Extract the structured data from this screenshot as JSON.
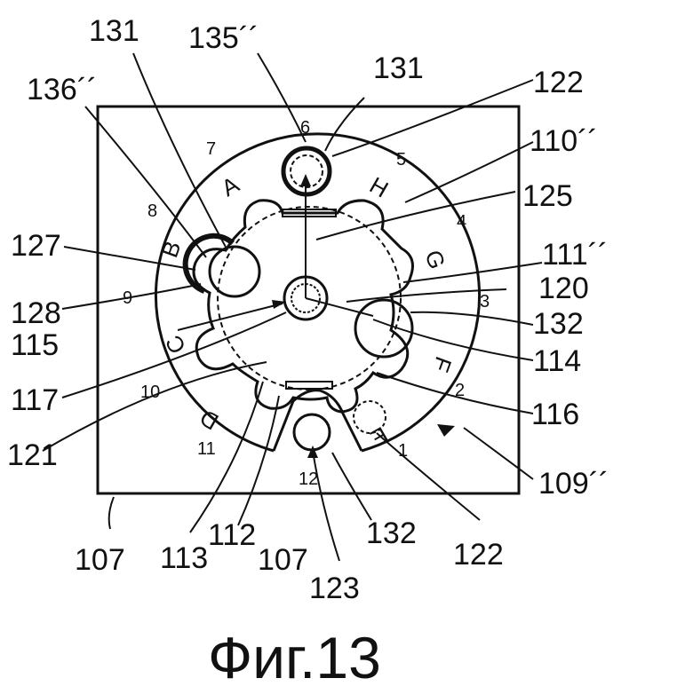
{
  "caption": "Фиг.13",
  "labels": {
    "l131a": "131",
    "l135": "135´´",
    "l131b": "131",
    "l122a": "122",
    "l136": "136´´",
    "l110": "110´´",
    "l125": "125",
    "l127": "127",
    "l111": "111´´",
    "l128": "128",
    "l120": "120",
    "l115": "115",
    "l132a": "132",
    "l114": "114",
    "l117": "117",
    "l116": "116",
    "l121": "121",
    "l109": "109´´",
    "l107a": "107",
    "l113": "113",
    "l112": "112",
    "l107b": "107",
    "l132b": "132",
    "l122b": "122",
    "l123": "123"
  },
  "positions": {
    "p1": "1",
    "p2": "2",
    "p3": "3",
    "p4": "4",
    "p5": "5",
    "p6": "6",
    "p7": "7",
    "p8": "8",
    "p9": "9",
    "p10": "10",
    "p11": "11",
    "p12": "12"
  },
  "letters": {
    "A": "A",
    "B": "B",
    "C": "C",
    "D": "D",
    "E": "E",
    "F": "F",
    "G": "G",
    "H": "H"
  }
}
